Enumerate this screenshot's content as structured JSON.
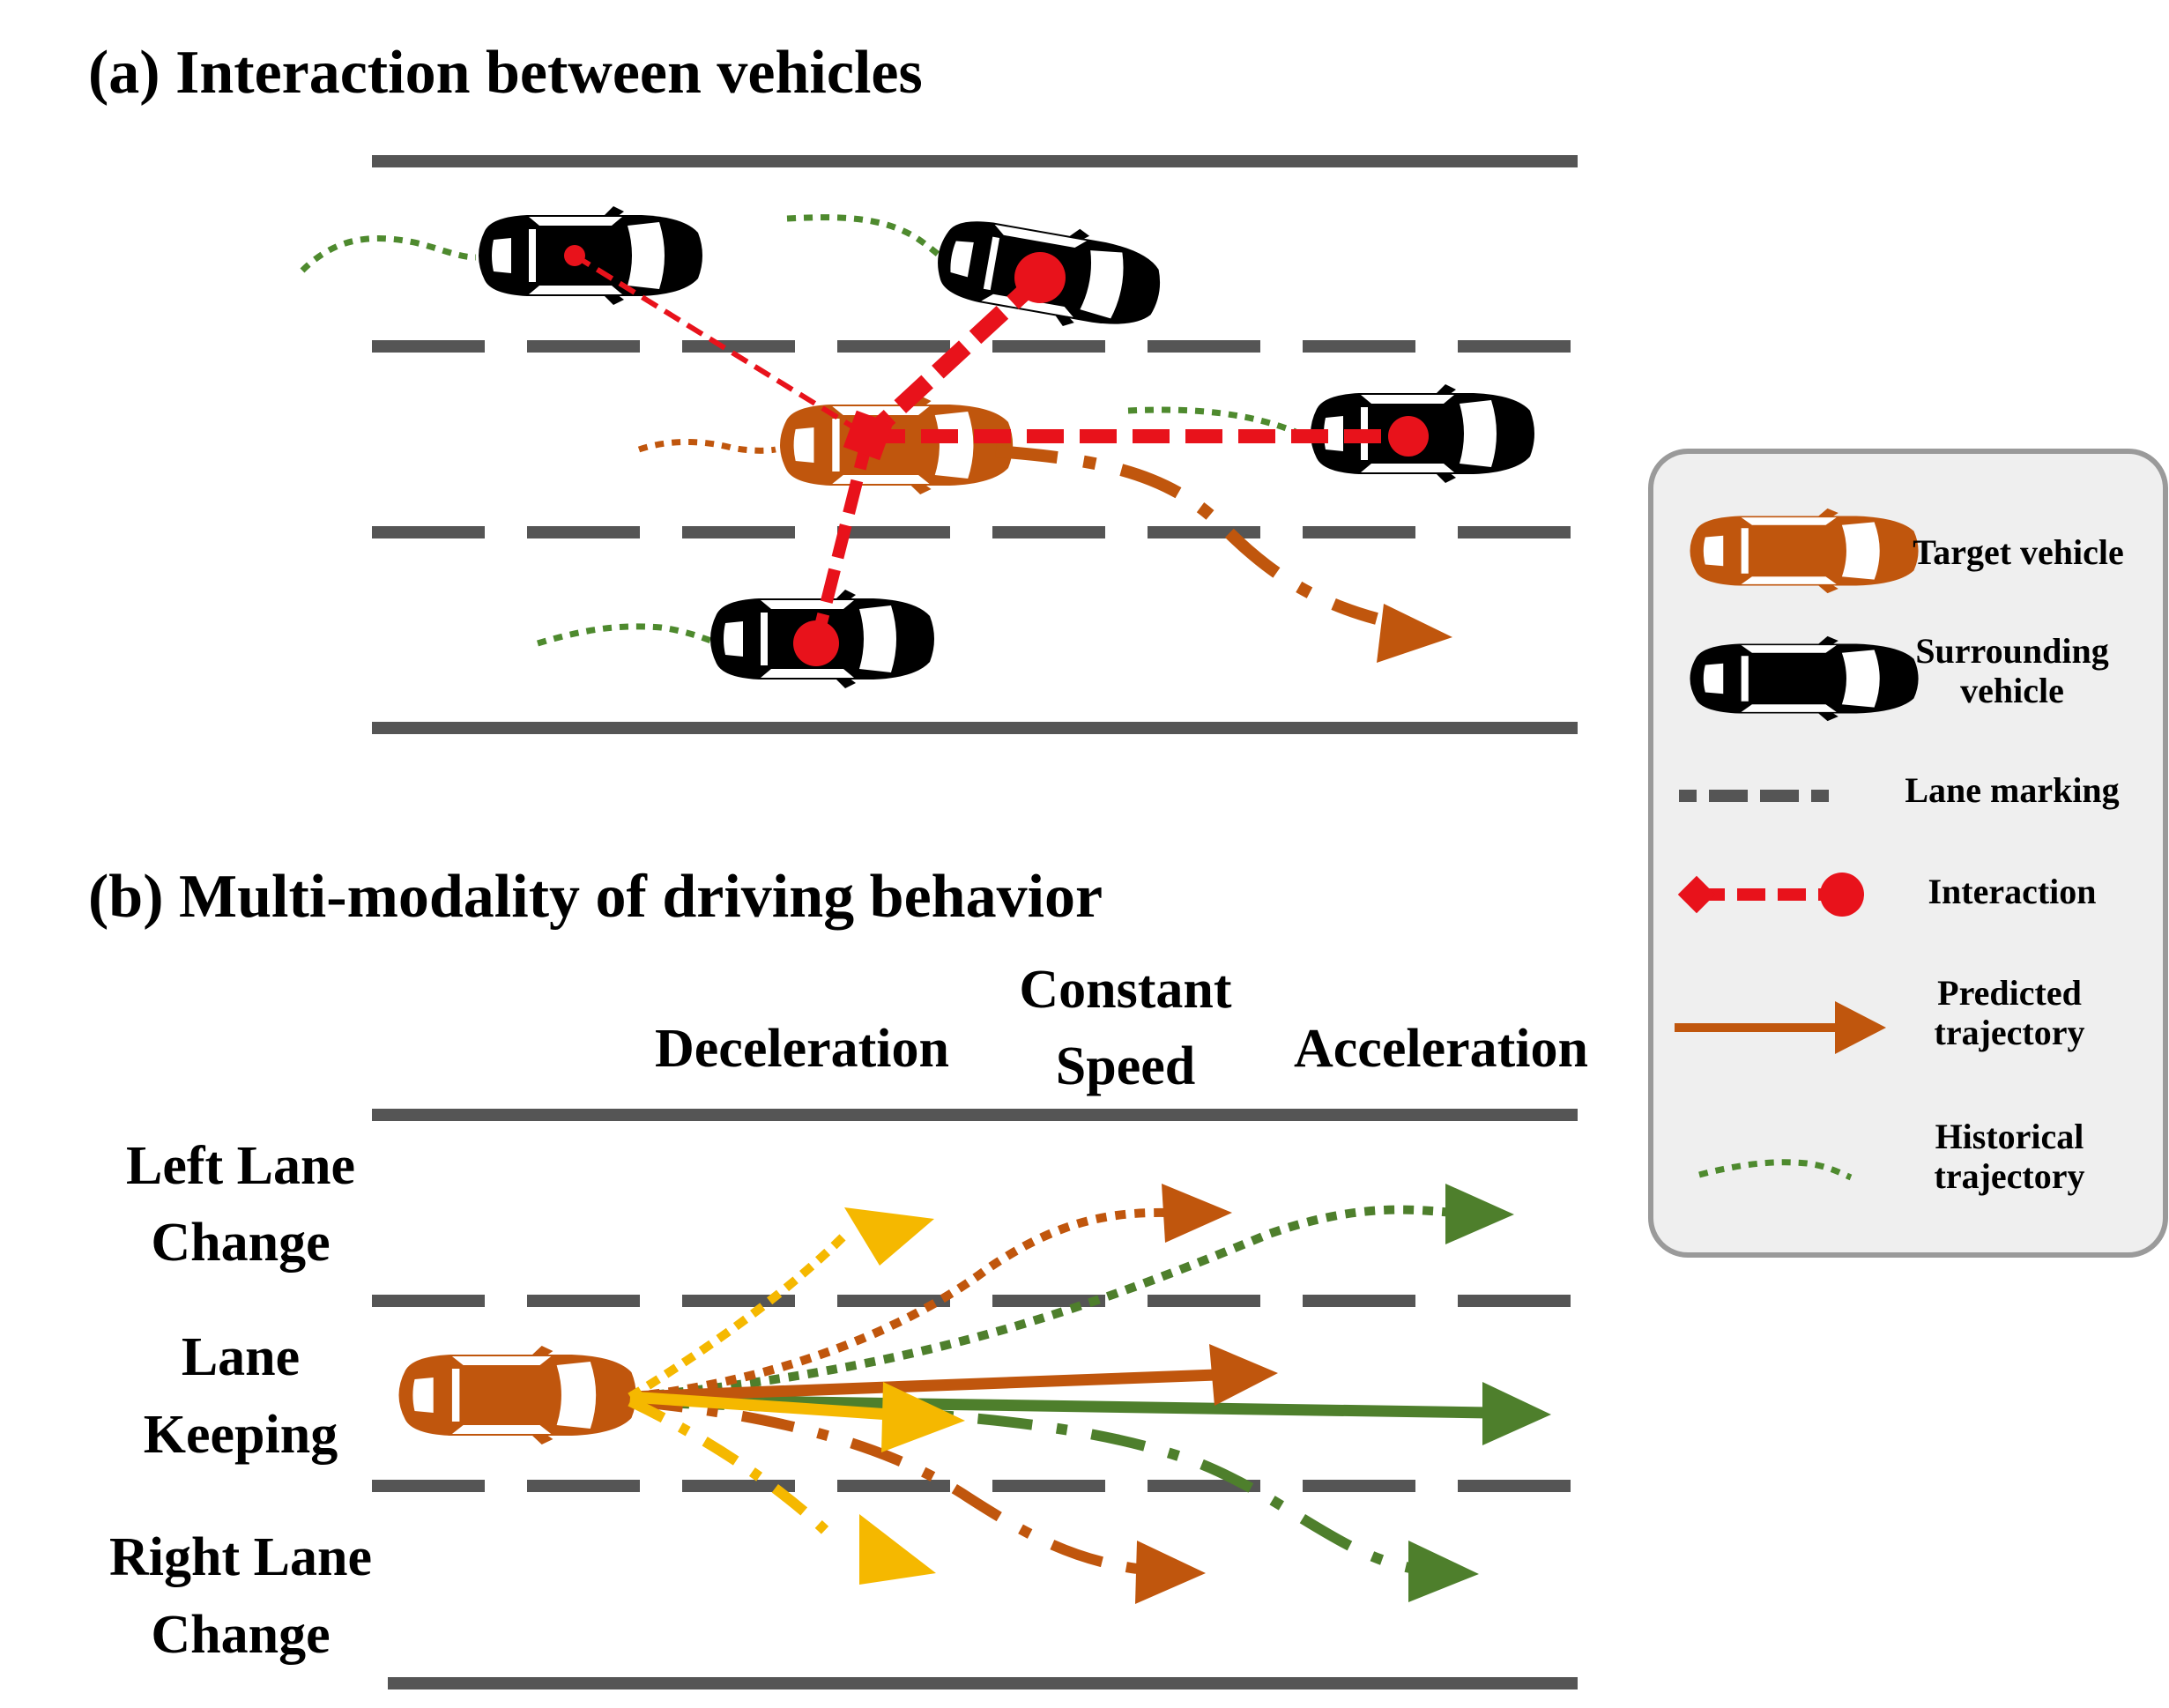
{
  "panel_a": {
    "title": "(a) Interaction between vehicles"
  },
  "panel_b": {
    "title": "(b) Multi-modality of driving behavior",
    "columns": {
      "deceleration": "Deceleration",
      "constant_line1": "Constant",
      "constant_line2": "Speed",
      "acceleration": "Acceleration"
    },
    "rows": {
      "left_line1": "Left Lane",
      "left_line2": "Change",
      "keep_line1": "Lane",
      "keep_line2": "Keeping",
      "right_line1": "Right Lane",
      "right_line2": "Change"
    }
  },
  "legend": {
    "target": "Target vehicle",
    "surrounding_line1": "Surrounding",
    "surrounding_line2": "vehicle",
    "lane": "Lane marking",
    "interaction": "Interaction",
    "predicted_line1": "Predicted",
    "predicted_line2": "trajectory",
    "historical_line1": "Historical",
    "historical_line2": "trajectory"
  },
  "colors": {
    "target": "#c0560d",
    "surrounding": "#000000",
    "interaction": "#e8121b",
    "historical": "#4e8a2e",
    "lane": "#555555",
    "decel": "#f5b800",
    "constant": "#c0560d",
    "accel": "#4e7f2c",
    "legend_bg": "#efefef",
    "legend_border": "#9a9a9a"
  }
}
